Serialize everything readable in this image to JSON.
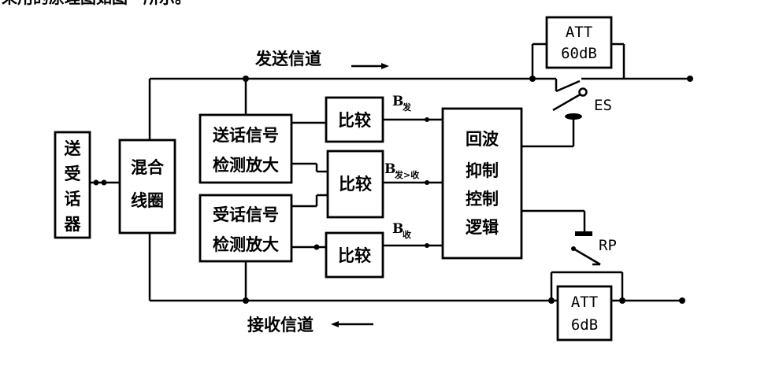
{
  "top_text": "采用的原理图如图一所示。",
  "blocks": {
    "handset": [
      "送",
      "受",
      "话",
      "器"
    ],
    "hybrid": [
      "混合",
      "线圈"
    ],
    "tx_detect": [
      "送话信号",
      "检测放大"
    ],
    "rx_detect": [
      "受话信号",
      "检测放大"
    ],
    "compare": "比较",
    "echo_logic": [
      "回波",
      "抑制",
      "控制",
      "逻辑"
    ],
    "att_top": [
      "ATT",
      "60dB"
    ],
    "att_bottom": [
      "ATT",
      "6dB"
    ]
  },
  "labels": {
    "tx_channel": "发送信道",
    "rx_channel": "接收信道",
    "es": "ES",
    "rp": "RP",
    "b_tx": {
      "base": "B",
      "sub": "发"
    },
    "b_cmp": {
      "base": "B",
      "sub": "发>收"
    },
    "b_rx": {
      "base": "B",
      "sub": "收"
    }
  }
}
